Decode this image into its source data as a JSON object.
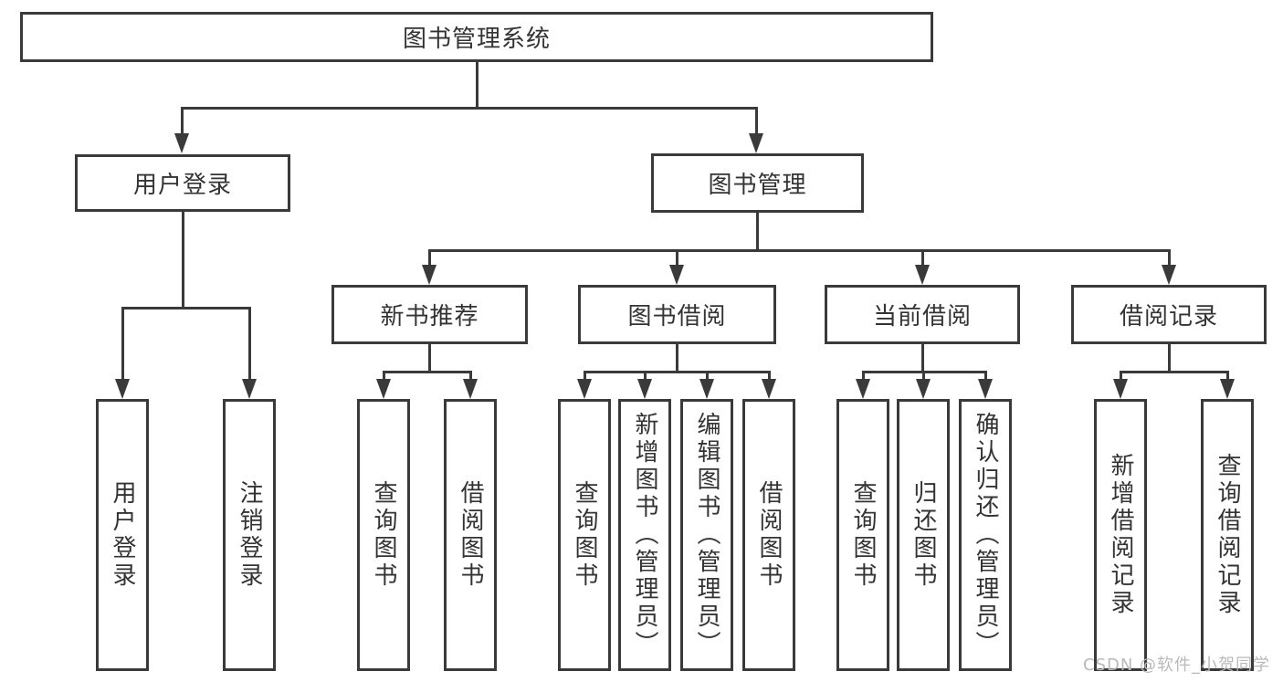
{
  "diagram": {
    "root": "图书管理系统",
    "level2": {
      "user_login": "用户登录",
      "book_management": "图书管理"
    },
    "level3": {
      "new_book_recommend": "新书推荐",
      "book_borrow": "图书借阅",
      "current_borrow": "当前借阅",
      "borrow_records": "借阅记录"
    },
    "leaves": {
      "user_login": "用户登录",
      "logout": "注销登录",
      "recommend_query": "查询图书",
      "recommend_borrow": "借阅图书",
      "borrow_query": "查询图书",
      "borrow_add": "新增图书（管理员）",
      "borrow_edit": "编辑图书（管理员）",
      "borrow_lend": "借阅图书",
      "current_query": "查询图书",
      "current_return": "归还图书",
      "current_confirm": "确认归还（管理员）",
      "records_add": "新增借阅记录",
      "records_query": "查询借阅记录"
    }
  },
  "watermark": "CSDN @软件_小贺同学",
  "colors": {
    "line": "#3a3a3a",
    "text": "#333333",
    "watermark": "#b9b9b9",
    "background": "#ffffff"
  }
}
